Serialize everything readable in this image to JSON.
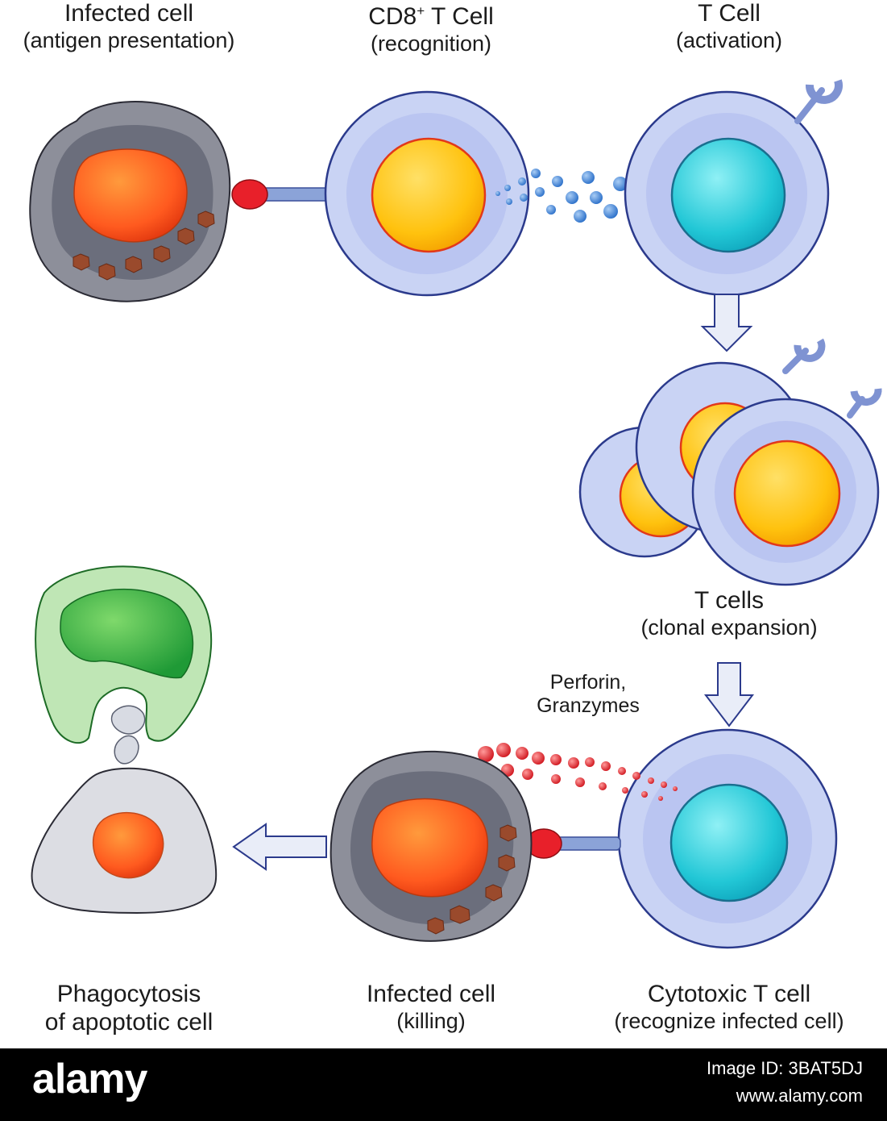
{
  "labels": {
    "infected_top": {
      "title": "Infected cell",
      "subtitle": "(antigen presentation)"
    },
    "cd8": {
      "title_main": "CD8",
      "title_sup": "+",
      "title_rest": " T Cell",
      "subtitle": "(recognition)"
    },
    "tcell_activation": {
      "title": "T Cell",
      "subtitle": "(activation)"
    },
    "tcells_expansion": {
      "title": "T cells",
      "subtitle": "(clonal expansion)"
    },
    "perforin": {
      "line1": "Perforin,",
      "line2": "Granzymes"
    },
    "phagocytosis": {
      "line1": "Phagocytosis",
      "line2": "of apoptotic cell"
    },
    "infected_killing": {
      "title": "Infected cell",
      "subtitle": "(killing)"
    },
    "cytotoxic": {
      "title": "Cytotoxic T cell",
      "subtitle": "(recognize infected cell)"
    }
  },
  "footer": {
    "brand": "alamy",
    "image_id": "Image ID: 3BAT5DJ",
    "site": "www.alamy.com"
  },
  "colors": {
    "t_cell_body": "#c9d3f4",
    "t_cell_outline": "#2b3a8c",
    "nucleus_yellow": "#ffc20e",
    "nucleus_cyan": "#22c7d6",
    "infected_nucleus": "#ff5a1f",
    "receptor_red": "#e8202a",
    "arrow_fill": "#e9edf8",
    "phagocyte_green": "#3cb44a",
    "cytokine_blue": "#3a7fd4",
    "perforin_red": "#e0202a"
  }
}
